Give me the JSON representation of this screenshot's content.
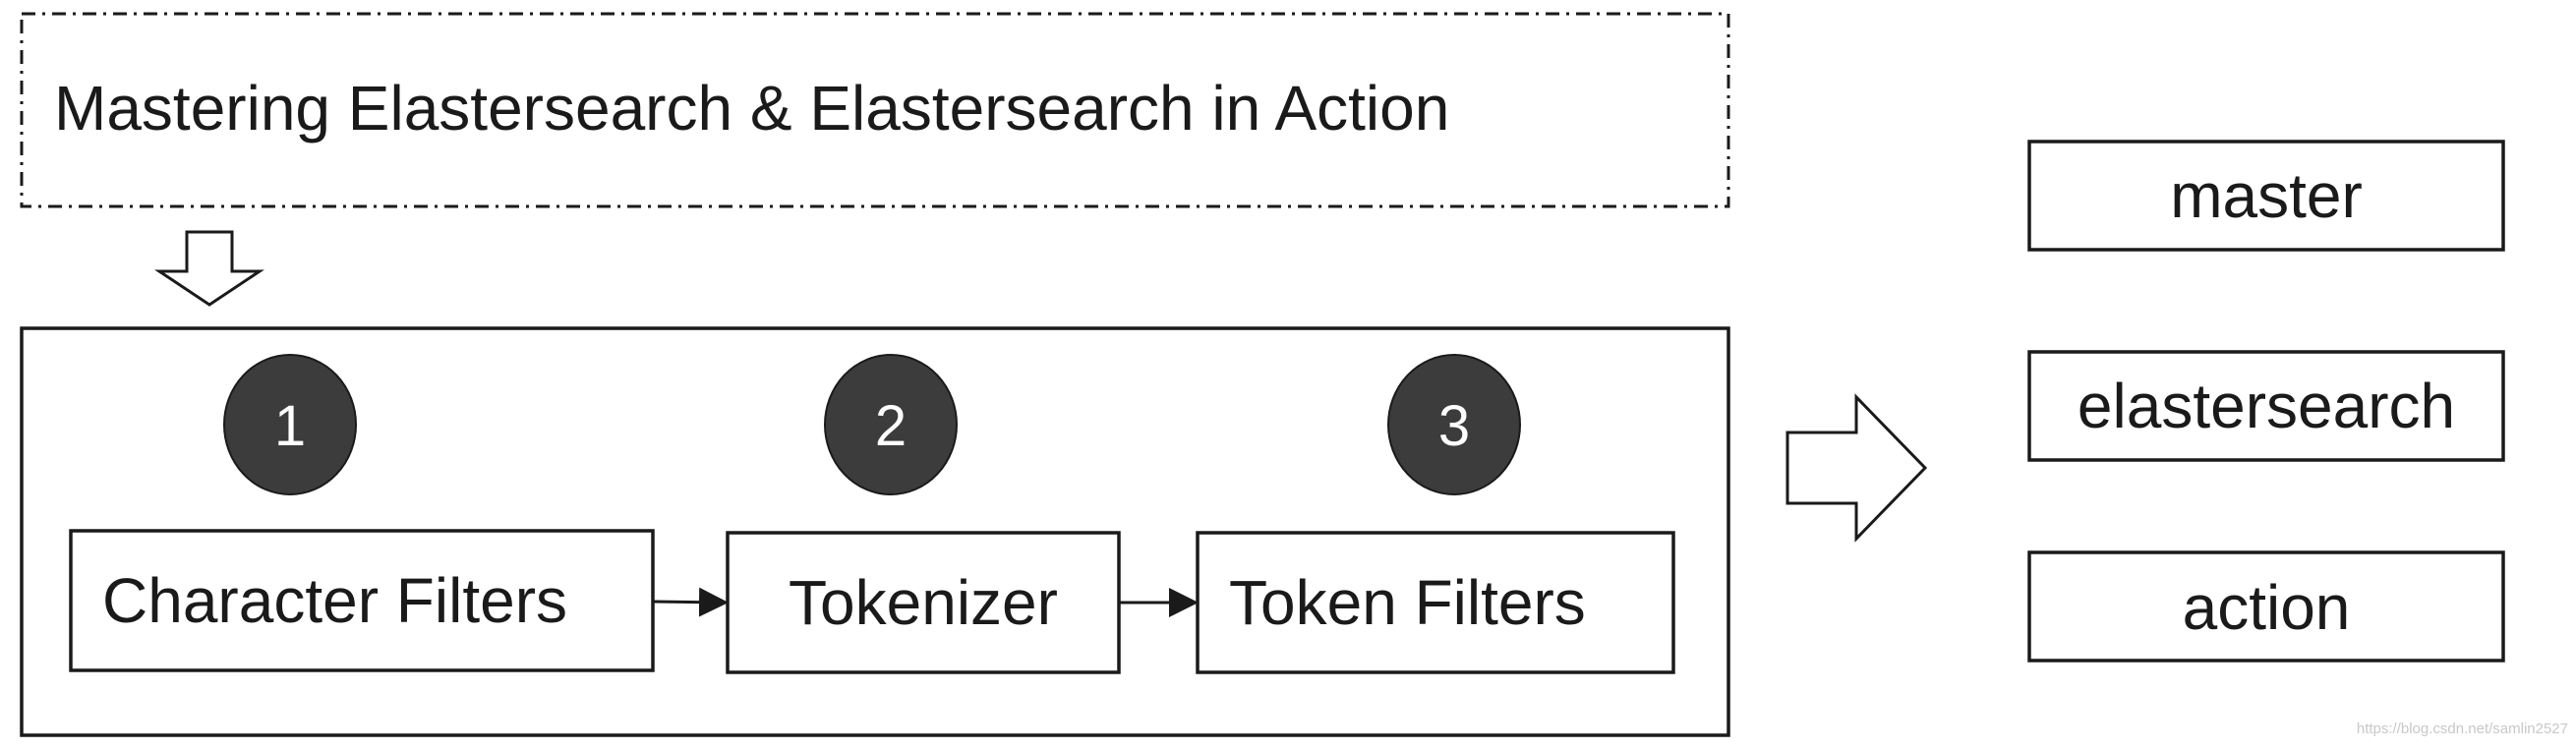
{
  "input_text": "Mastering Elastersearch & Elastersearch in Action",
  "steps": [
    "1",
    "2",
    "3"
  ],
  "stages": {
    "char_filters": "Character Filters",
    "tokenizer": "Tokenizer",
    "token_filters": "Token Filters"
  },
  "output_terms": [
    "master",
    "elastersearch",
    "action"
  ],
  "watermark": "https://blog.csdn.net/samlin2527",
  "colors": {
    "stroke": "#1a1a1a",
    "step_fill": "#3c3c3c",
    "step_text": "#ffffff",
    "background": "#ffffff"
  }
}
